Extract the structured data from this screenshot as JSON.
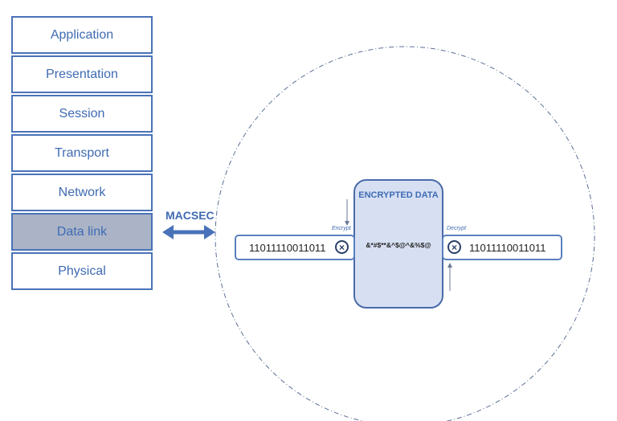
{
  "osi_layers": [
    {
      "label": "Application"
    },
    {
      "label": "Presentation"
    },
    {
      "label": "Session"
    },
    {
      "label": "Transport"
    },
    {
      "label": "Network"
    },
    {
      "label": "Data link",
      "highlighted": true
    },
    {
      "label": "Physical"
    }
  ],
  "macsec": {
    "label": "MACSEC"
  },
  "encryption": {
    "title": "ENCRYPTED DATA",
    "plaintext_in": "11011110011011",
    "ciphertext": "&*#$**&^$@^&%$@",
    "plaintext_out": "11011110011011",
    "encrypt_label": "Encrypt",
    "decrypt_label": "Decrypt",
    "operator_icon": "xor-icon"
  },
  "colors": {
    "accent": "#4a72b8",
    "text_blue": "#3f6bb3",
    "highlight": "#aab4c6",
    "block_fill": "#d7e0f3"
  }
}
